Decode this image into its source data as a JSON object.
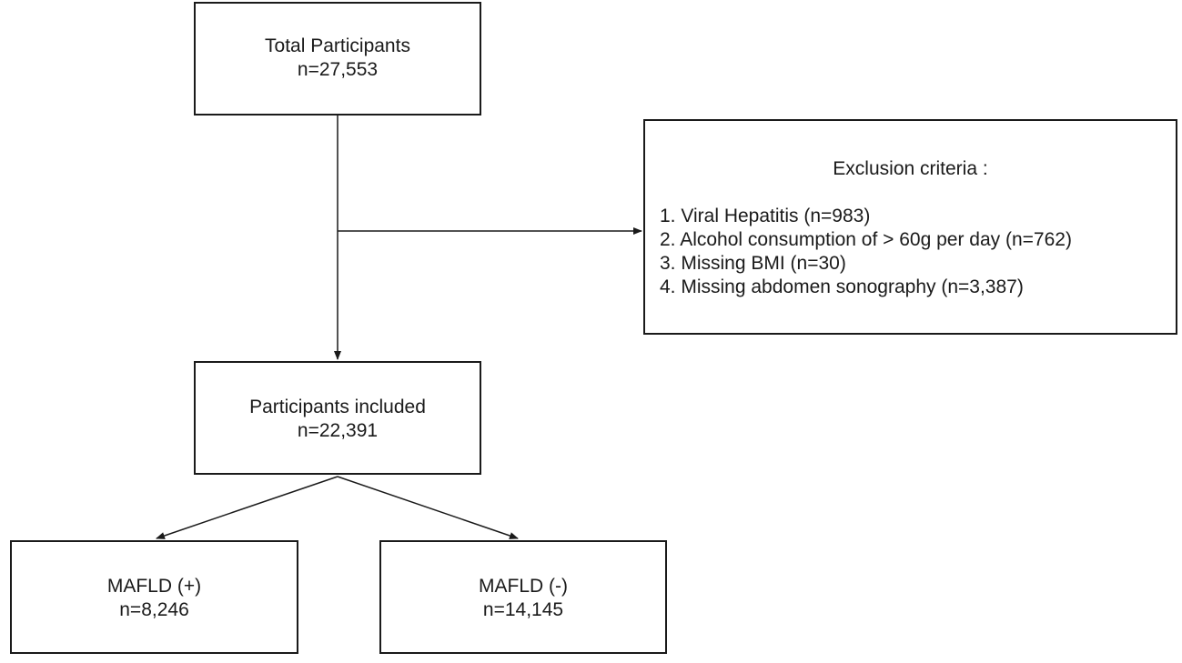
{
  "boxes": {
    "total": {
      "label": "Total Participants",
      "count": "n=27,553"
    },
    "included": {
      "label": "Participants included",
      "count": "n=22,391"
    },
    "mafld_positive": {
      "label": "MAFLD (+)",
      "count": "n=8,246"
    },
    "mafld_negative": {
      "label": "MAFLD (-)",
      "count": "n=14,145"
    },
    "exclusion": {
      "title": "Exclusion criteria :",
      "items": [
        "1. Viral Hepatitis (n=983)",
        "2. Alcohol consumption of > 60g per day (n=762)",
        "3. Missing BMI (n=30)",
        "4. Missing abdomen sonography (n=3,387)"
      ]
    }
  },
  "colors": {
    "line": "#1a1a1a",
    "box_border": "#1a1a1a",
    "background": "#ffffff"
  }
}
